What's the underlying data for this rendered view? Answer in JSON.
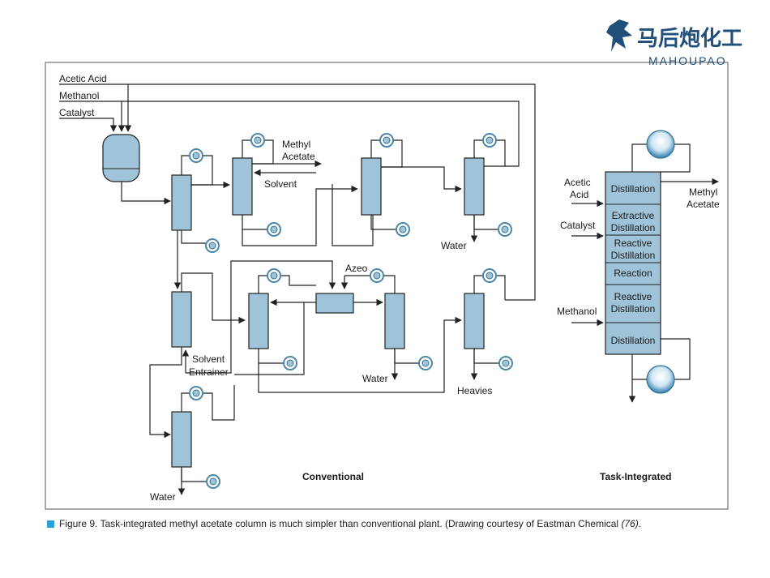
{
  "logo": {
    "text": "马后炮化工",
    "subtext": "MAHOUPAO",
    "color": "#1f4f7a"
  },
  "conventional": {
    "title": "Conventional",
    "labels": {
      "acetic_acid": "Acetic Acid",
      "methanol": "Methanol",
      "catalyst": "Catalyst",
      "methyl": "Methyl",
      "acetate": "Acetate",
      "solvent": "Solvent",
      "water_top": "Water",
      "azeo": "Azeo",
      "solvent2": "Solvent",
      "entrainer": "Entrainer",
      "water_mid": "Water",
      "heavies": "Heavies",
      "water_bottom": "Water"
    }
  },
  "integrated": {
    "title": "Task-Integrated",
    "inputs": {
      "acetic_1": "Acetic",
      "acid": "Acid",
      "catalyst": "Catalyst",
      "methanol": "Methanol"
    },
    "output": {
      "methyl": "Methyl",
      "acetate": "Acetate"
    },
    "sections": [
      {
        "l1": "Distillation",
        "l2": ""
      },
      {
        "l1": "Extractive",
        "l2": "Distillation"
      },
      {
        "l1": "Reactive",
        "l2": "Distillation"
      },
      {
        "l1": "Reaction",
        "l2": ""
      },
      {
        "l1": "Reactive",
        "l2": "Distillation"
      },
      {
        "l1": "Distillation",
        "l2": ""
      }
    ]
  },
  "caption": {
    "text": "Figure 9. Task-integrated methyl acetate column is much simpler than conventional plant. (Drawing courtesy of Eastman Chemical ",
    "ref": "(76)",
    "end": ".",
    "marker_color": "#2a9fd6"
  },
  "colors": {
    "column_fill": "#9fc3d8",
    "condenser_ring": "#4a86a8"
  }
}
